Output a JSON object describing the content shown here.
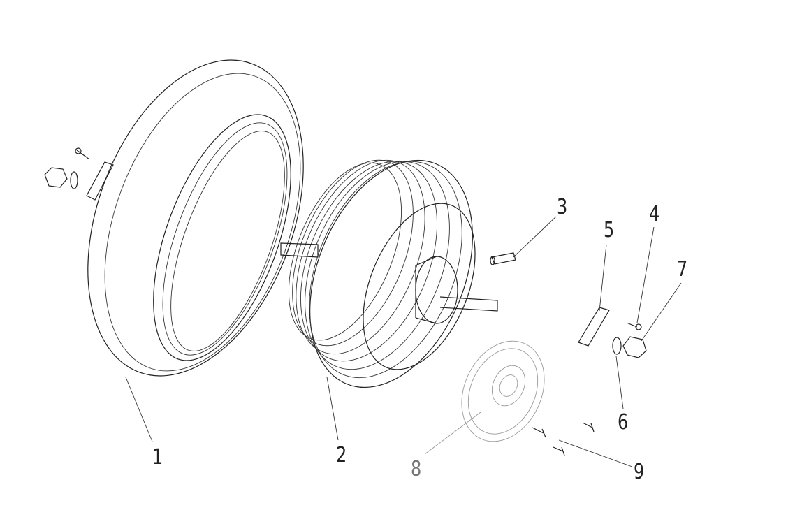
{
  "diagram": {
    "title": "Front wheel exploded view",
    "callouts": [
      {
        "id": "1",
        "label": "1",
        "part": "tire"
      },
      {
        "id": "2",
        "label": "2",
        "part": "wheel-hub-motor"
      },
      {
        "id": "3",
        "label": "3",
        "part": "valve"
      },
      {
        "id": "4",
        "label": "4",
        "part": "bolt"
      },
      {
        "id": "5",
        "label": "5",
        "part": "axle-plate"
      },
      {
        "id": "6",
        "label": "6",
        "part": "washer"
      },
      {
        "id": "7",
        "label": "7",
        "part": "axle-nut"
      },
      {
        "id": "8",
        "label": "8",
        "part": "brake-disc"
      },
      {
        "id": "9",
        "label": "9",
        "part": "disc-bolts"
      }
    ],
    "colors": {
      "line": "#222222",
      "grey_part": "#999999"
    }
  }
}
